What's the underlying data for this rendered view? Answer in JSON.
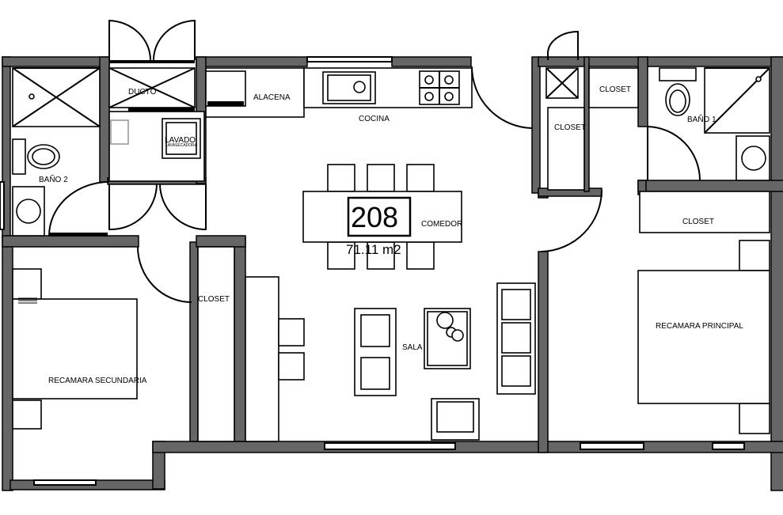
{
  "plan": {
    "unit_number": "208",
    "unit_area": "71.11 m2",
    "rooms": {
      "ducto": "DUCTO",
      "alacena": "ALACENA",
      "cocina": "COCINA",
      "lavado": "LAVADO",
      "lavasecadora": "LAVASECADORA",
      "bano2": "BAÑO 2",
      "bano1": "BAÑO 1",
      "closet_top": "CLOSET",
      "closet_mid": "CLOSET",
      "closet_principal": "CLOSET",
      "closet_secundaria": "CLOSET",
      "comedor": "COMEDOR",
      "sala": "SALA",
      "recamara_principal": "RECAMARA PRINCIPAL",
      "recamara_secundaria": "RECAMARA SECUNDARIA"
    },
    "colors": {
      "wall": "#666666",
      "line": "#000000",
      "background": "#ffffff"
    }
  }
}
